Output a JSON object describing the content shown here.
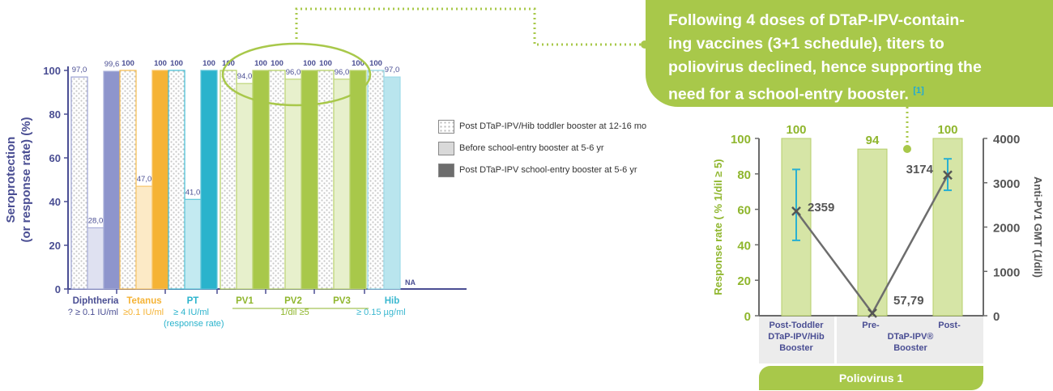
{
  "callout": {
    "line1": "Following 4 doses of DTaP-IPV-contain-",
    "line2": "ing vaccines (3+1 schedule), titers to",
    "line3": "poliovirus declined, hence supporting the",
    "line4": "need for a school-entry booster.",
    "ref": "[1]"
  },
  "colors": {
    "green": "#a8c84a",
    "diphtheria": "#8e95cc",
    "tetanus": "#f5b335",
    "pt": "#2ab3cc",
    "hib": "#7fcfe0",
    "axis": "#4a4e93"
  },
  "chart_data": [
    {
      "type": "bar",
      "ylabel": "Seroprotection (or response rate) (%)",
      "ylim": [
        0,
        100
      ],
      "yticks": [
        0,
        20,
        40,
        60,
        80,
        100
      ],
      "legend": [
        "Post DTaP-IPV/Hib toddler booster at 12-16 mo",
        "Before school-entry booster at 5-6 yr",
        "Post DTaP-IPV school-entry booster at 5-6 yr"
      ],
      "categories": [
        "Diphtheria",
        "Tetanus",
        "PT",
        "PV1",
        "PV2",
        "PV3",
        "Hib"
      ],
      "category_colors": [
        "#8e95cc",
        "#f5b335",
        "#2ab3cc",
        "#a8c84a",
        "#a8c84a",
        "#a8c84a",
        "#7fcfe0"
      ],
      "series": [
        {
          "name": "Post DTaP-IPV/Hib toddler booster at 12-16 mo",
          "values": [
            97.0,
            100,
            100,
            100,
            100,
            100,
            100
          ],
          "labels": [
            "97,0",
            "100",
            "100",
            "100",
            "100",
            "100",
            "100"
          ]
        },
        {
          "name": "Before school-entry booster at 5-6 yr",
          "values": [
            28.0,
            47.0,
            41.0,
            94.0,
            96.0,
            96.0,
            97.0
          ],
          "labels": [
            "28,0",
            "47,0",
            "41,0",
            "94,0",
            "96,0",
            "96,0",
            "97,0"
          ]
        },
        {
          "name": "Post DTaP-IPV school-entry booster at 5-6 yr",
          "values": [
            99.6,
            100,
            100,
            100,
            100,
            100,
            null
          ],
          "labels": [
            "99,6",
            "100",
            "100",
            "100",
            "100",
            "100",
            "NA"
          ]
        }
      ],
      "sublabels": {
        "diphtheria": "? ≥ 0.1 IU/ml",
        "tetanus": "≥0.1 IU/ml",
        "pt_1": "≥ 4 IU/ml",
        "pt_2": "(response rate)",
        "pv": "1/dil ≥5",
        "hib": "≥ 0.15 µg/ml"
      }
    },
    {
      "type": "bar+line",
      "ylabel_left": "Response rate ( % 1/dil ≥ 5)",
      "ylabel_right": "Anti-PV1 GMT (1/dil)",
      "ylim_left": [
        0,
        100
      ],
      "yticks_left": [
        0,
        20,
        40,
        60,
        80,
        100
      ],
      "ylim_right": [
        0,
        4000
      ],
      "yticks_right": [
        0,
        1000,
        2000,
        3000,
        4000
      ],
      "categories": [
        "Post-Toddler DTaP-IPV/Hib Booster",
        "Pre-",
        "Post-"
      ],
      "group_label": "DTaP-IPV® Booster",
      "response_rate": [
        100,
        94,
        100
      ],
      "response_labels": [
        "100",
        "94",
        "100"
      ],
      "gmt": [
        2359,
        57.79,
        3174
      ],
      "gmt_labels": [
        "2359",
        "57,79",
        "3174"
      ],
      "gmt_ci": [
        [
          1700,
          3300
        ],
        null,
        [
          2830,
          3540
        ]
      ],
      "banner": "Poliovirus 1"
    }
  ]
}
